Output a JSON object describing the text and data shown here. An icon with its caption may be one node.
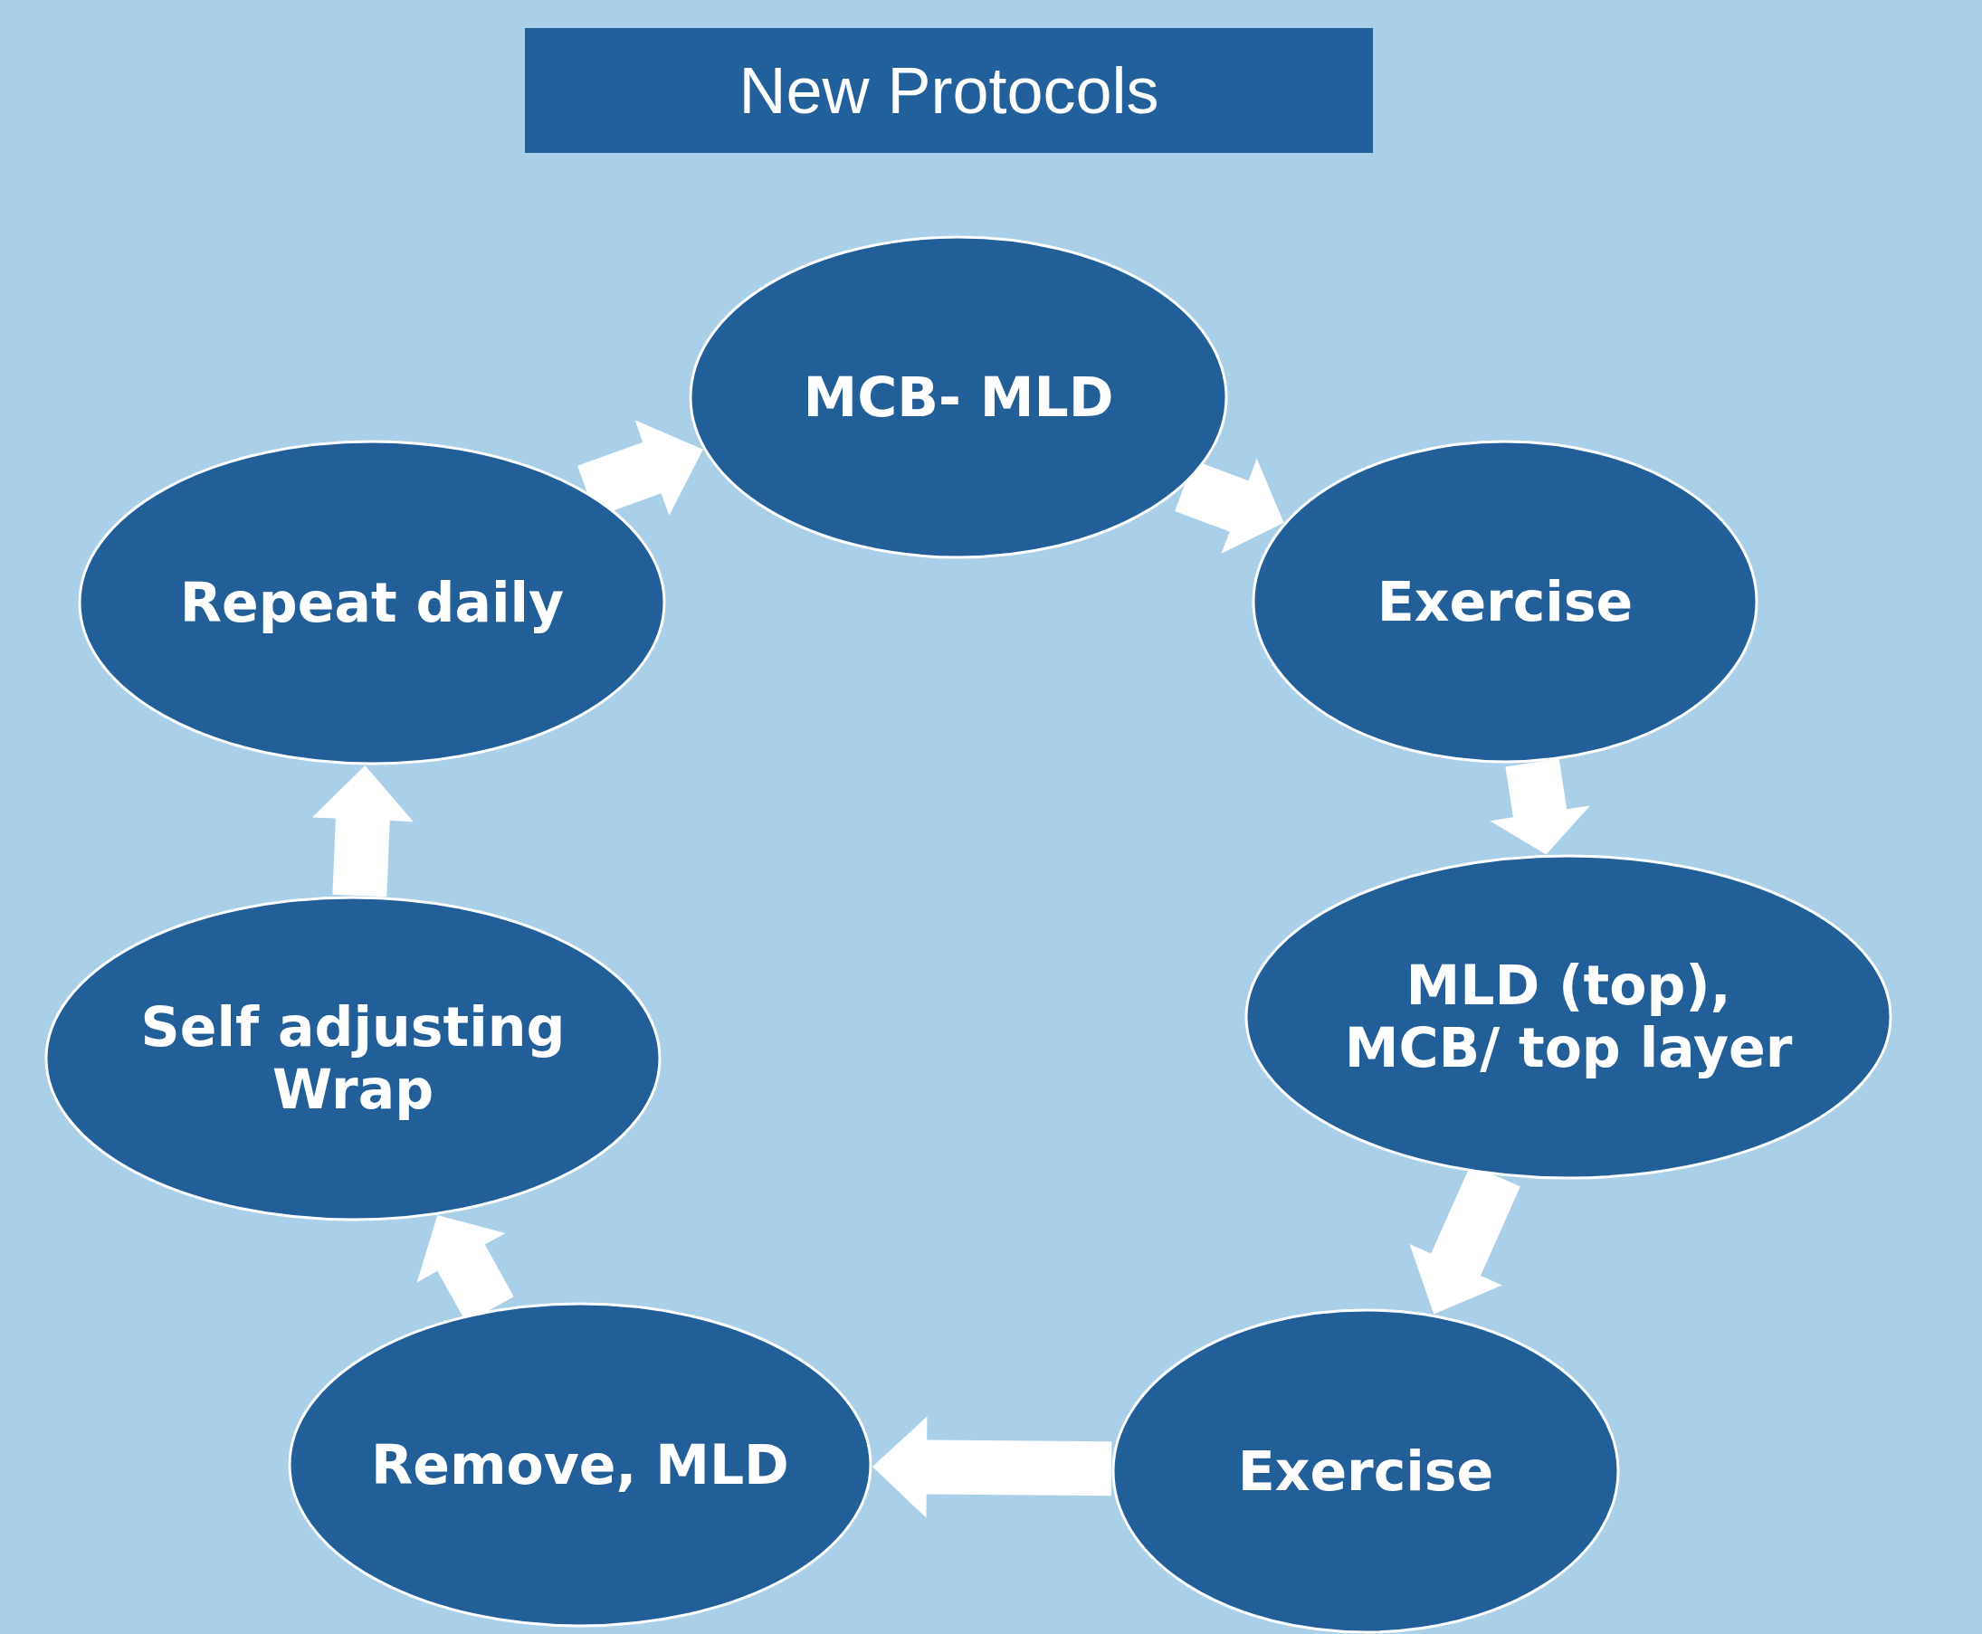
{
  "diagram": {
    "title": "New Protocols",
    "nodes": [
      {
        "text": [
          "MCB- MLD"
        ]
      },
      {
        "text": [
          "Exercise"
        ]
      },
      {
        "text": [
          "MLD (top), MCB/ top layer"
        ]
      },
      {
        "text": [
          "Exercise"
        ]
      },
      {
        "text": [
          "Remove, MLD"
        ]
      },
      {
        "text": [
          "Self adjusting Wrap"
        ]
      },
      {
        "text": [
          "Repeat daily"
        ]
      }
    ],
    "edges": [
      {
        "from": 0,
        "to": 1,
        "arrow": "to"
      },
      {
        "from": 1,
        "to": 2,
        "arrow": "to"
      },
      {
        "from": 2,
        "to": 3,
        "arrow": "to"
      },
      {
        "from": 3,
        "to": 4,
        "arrow": "to"
      },
      {
        "from": 4,
        "to": 5,
        "arrow": "to"
      },
      {
        "from": 5,
        "to": 6,
        "arrow": "to"
      },
      {
        "from": 6,
        "to": 0,
        "arrow": "to"
      }
    ]
  }
}
